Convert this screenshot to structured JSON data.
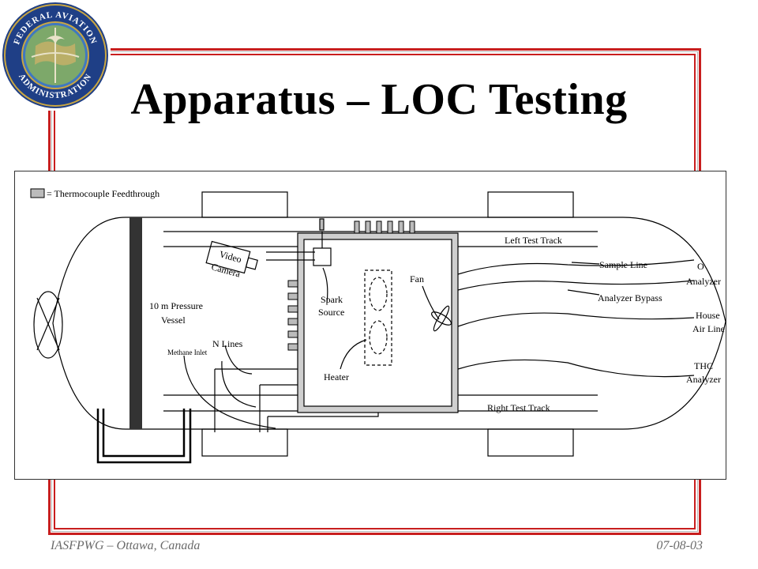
{
  "slide": {
    "title": "Apparatus – LOC Testing",
    "footer_left": "IASFPWG – Ottawa, Canada",
    "footer_right": "07-08-03",
    "frame_color": "#c81e1e"
  },
  "logo": {
    "icon": "faa-seal-icon",
    "top_text": "FEDERAL AVIATION",
    "bottom_text": "ADMINISTRATION"
  },
  "diagram": {
    "legend": "= Thermocouple Feedthrough",
    "labels": {
      "left_test_track": "Left Test Track",
      "right_test_track": "Right Test Track",
      "sample_line": "Sample Line",
      "o_label": "O",
      "analyzer_1": "Analyzer",
      "analyzer_bypass": "Analyzer Bypass",
      "house": "House",
      "air_line": "Air Line",
      "thc": "THC",
      "analyzer_2": "Analyzer",
      "video": "Video",
      "camera": "Camera",
      "pressure_vessel_1": "10 m  Pressure",
      "pressure_vessel_2": "Vessel",
      "n_lines": "N  Lines",
      "methane_inlet": "Methane Inlet",
      "spark": "Spark",
      "source": "Source",
      "heater": "Heater",
      "fan": "Fan"
    }
  }
}
